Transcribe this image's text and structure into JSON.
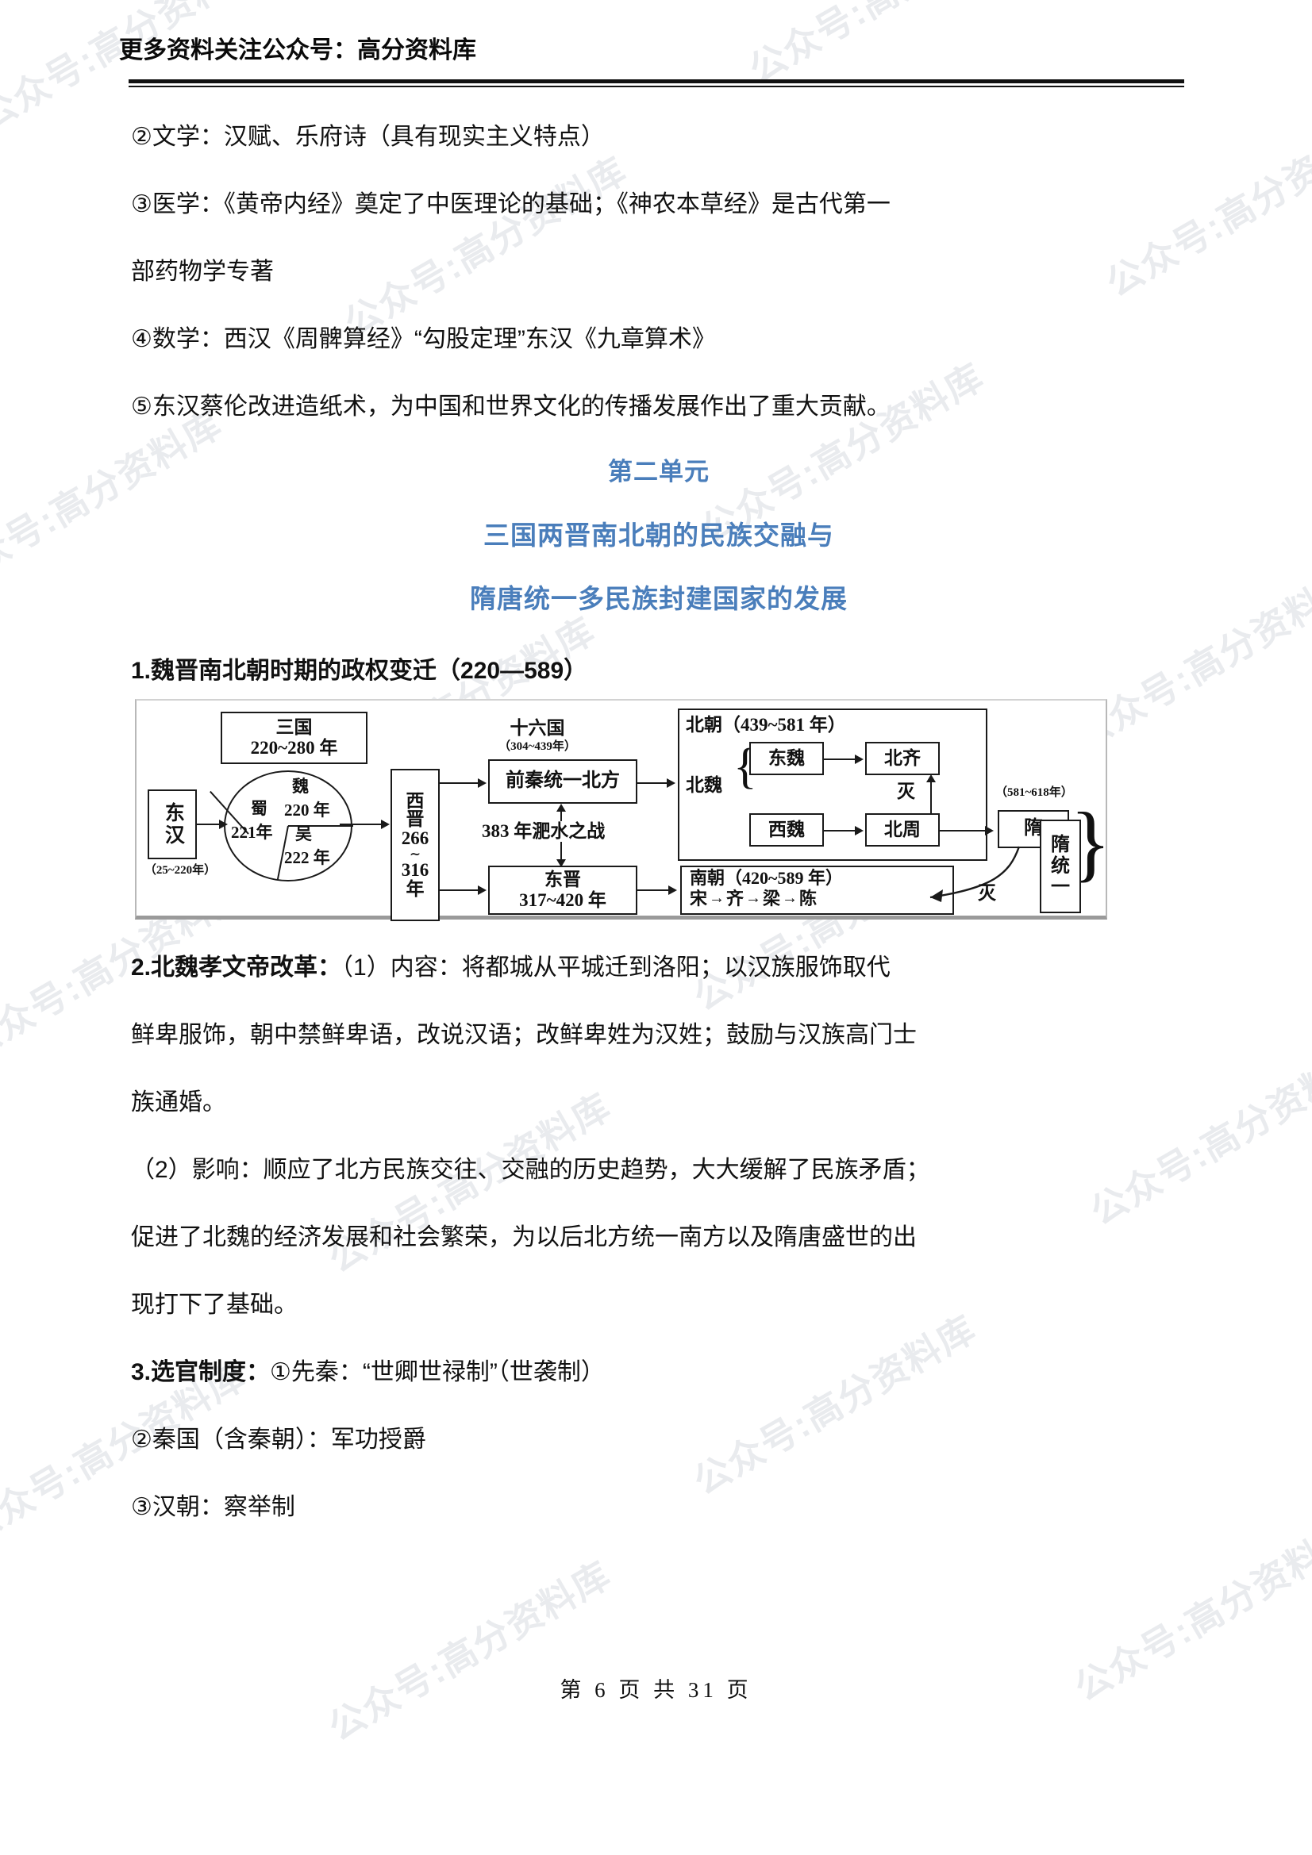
{
  "header": {
    "promo": "更多资料关注公众号：高分资料库"
  },
  "watermark": {
    "text": "公众号:高分资料库"
  },
  "body_lines": [
    "②文学：汉赋、乐府诗（具有现实主义特点）",
    "③医学：《黄帝内经》奠定了中医理论的基础；《神农本草经》是古代第一",
    "部药物学专著",
    "④数学：西汉《周髀算经》“勾股定理”东汉《九章算术》",
    "⑤东汉蔡伦改进造纸术，为中国和世界文化的传播发展作出了重大贡献。"
  ],
  "unit": {
    "line1": "第二单元",
    "line2": "三国两晋南北朝的民族交融与",
    "line3": "隋唐统一多民族封建国家的发展"
  },
  "sections": [
    {
      "heading": "1.魏晋南北朝时期的政权变迁（220—589）"
    },
    {
      "heading": "2.北魏孝文帝改革：",
      "lines": [
        "2.北魏孝文帝改革：（1）内容：将都城从平城迁到洛阳；以汉族服饰取代",
        "鲜卑服饰，朝中禁鲜卑语，改说汉语；改鲜卑姓为汉姓；鼓励与汉族高门士",
        "族通婚。",
        "（2）影响：顺应了北方民族交往、交融的历史趋势，大大缓解了民族矛盾；",
        "促进了北魏的经济发展和社会繁荣，为以后北方统一南方以及隋唐盛世的出",
        "现打下了基础。"
      ]
    },
    {
      "heading": "3.选官制度：",
      "lines": [
        "3.选官制度：①先秦：“世卿世禄制”（世袭制）",
        "②秦国（含秦朝）：军功授爵",
        "③汉朝：察举制"
      ]
    }
  ],
  "diagram": {
    "title": "魏晋南北朝时期的政权变迁",
    "nodes": {
      "donghan": "东汉",
      "donghan_years": "（25~220年）",
      "sanguo_title": "三国",
      "sanguo_years": "220~280 年",
      "wei": "魏",
      "wei_year": "220 年",
      "shu": "蜀",
      "shu_year": "221年",
      "wu": "吴",
      "wu_year": "222 年",
      "xijin": "西\n晋\n266\n∼\n316\n年",
      "xijin_l1": "西",
      "xijin_l2": "晋",
      "xijin_l3": "266",
      "xijin_l4": "∼",
      "xijin_l5": "316",
      "xijin_l6": "年",
      "shiliuguo": "十六国",
      "shiliuguo_years": "（304~439年）",
      "qianqin": "前秦统一北方",
      "feishui": "383 年淝水之战",
      "dongjin": "东晋",
      "dongjin_years": "317~420 年",
      "beichao": "北朝（439~581 年）",
      "beiwei": "北魏",
      "dongwei": "东魏",
      "beiqi": "北齐",
      "xiwei": "西魏",
      "beizhou": "北周",
      "mie1": "灭",
      "nanchao": "南朝（420~589 年）",
      "song": "宋",
      "qi": "齐",
      "liang": "梁",
      "chen": "陈",
      "sui_years": "（581~618年）",
      "sui": "隋",
      "mie2": "灭",
      "suitongyi_l1": "隋",
      "suitongyi_l2": "统",
      "suitongyi_l3": "一"
    }
  },
  "footer": {
    "text": "第 6 页 共 31 页"
  },
  "colors": {
    "unit_title_blue": "#4a7ebb",
    "text_black": "#111111",
    "watermark_gray": "#e9ebee",
    "diagram_border": "#1a1a1a"
  }
}
